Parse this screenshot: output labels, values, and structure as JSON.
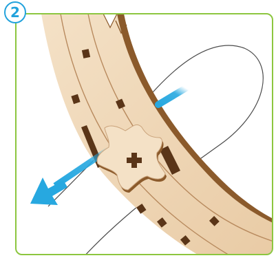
{
  "step": {
    "number": "2"
  },
  "colors": {
    "frame_border": "#8cc63f",
    "badge": "#22a2dc",
    "arrow": "#27a8e0",
    "wood_light": "#f2dcc0",
    "wood_mid": "#e6c7a2",
    "wood_edge": "#8b5a2b",
    "slot_dark": "#5a3518"
  },
  "icons": {
    "badge": "step-number-badge",
    "arrow": "direction-arrow"
  }
}
